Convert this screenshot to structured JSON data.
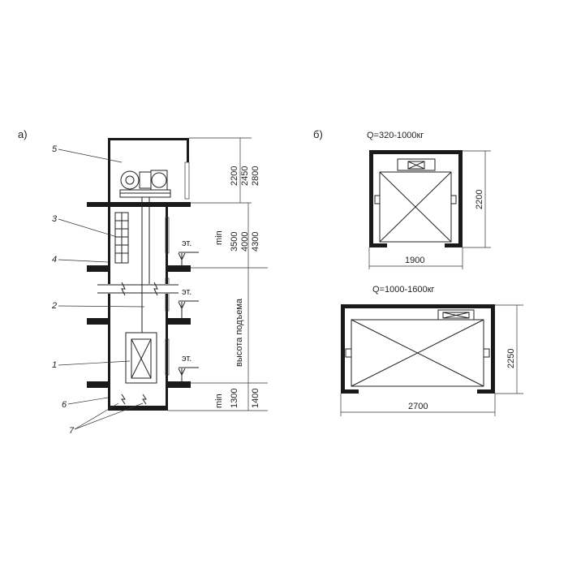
{
  "panel_a": {
    "label": "а)",
    "callouts": [
      "1",
      "2",
      "3",
      "4",
      "5",
      "6",
      "7"
    ],
    "floor_mark": "эт.",
    "dims_machine_room": [
      "2200",
      "2450",
      "2800"
    ],
    "dims_overhead": [
      "min",
      "3500",
      "4000",
      "4300"
    ],
    "travel_label": "высота подъема",
    "dims_pit": [
      "min",
      "1300",
      "1400"
    ]
  },
  "panel_b": {
    "label": "б)",
    "small": {
      "capacity": "Q=320-1000кг",
      "width": "1900",
      "depth": "2200"
    },
    "large": {
      "capacity": "Q=1000-1600кг",
      "width": "2700",
      "depth": "2250"
    }
  }
}
